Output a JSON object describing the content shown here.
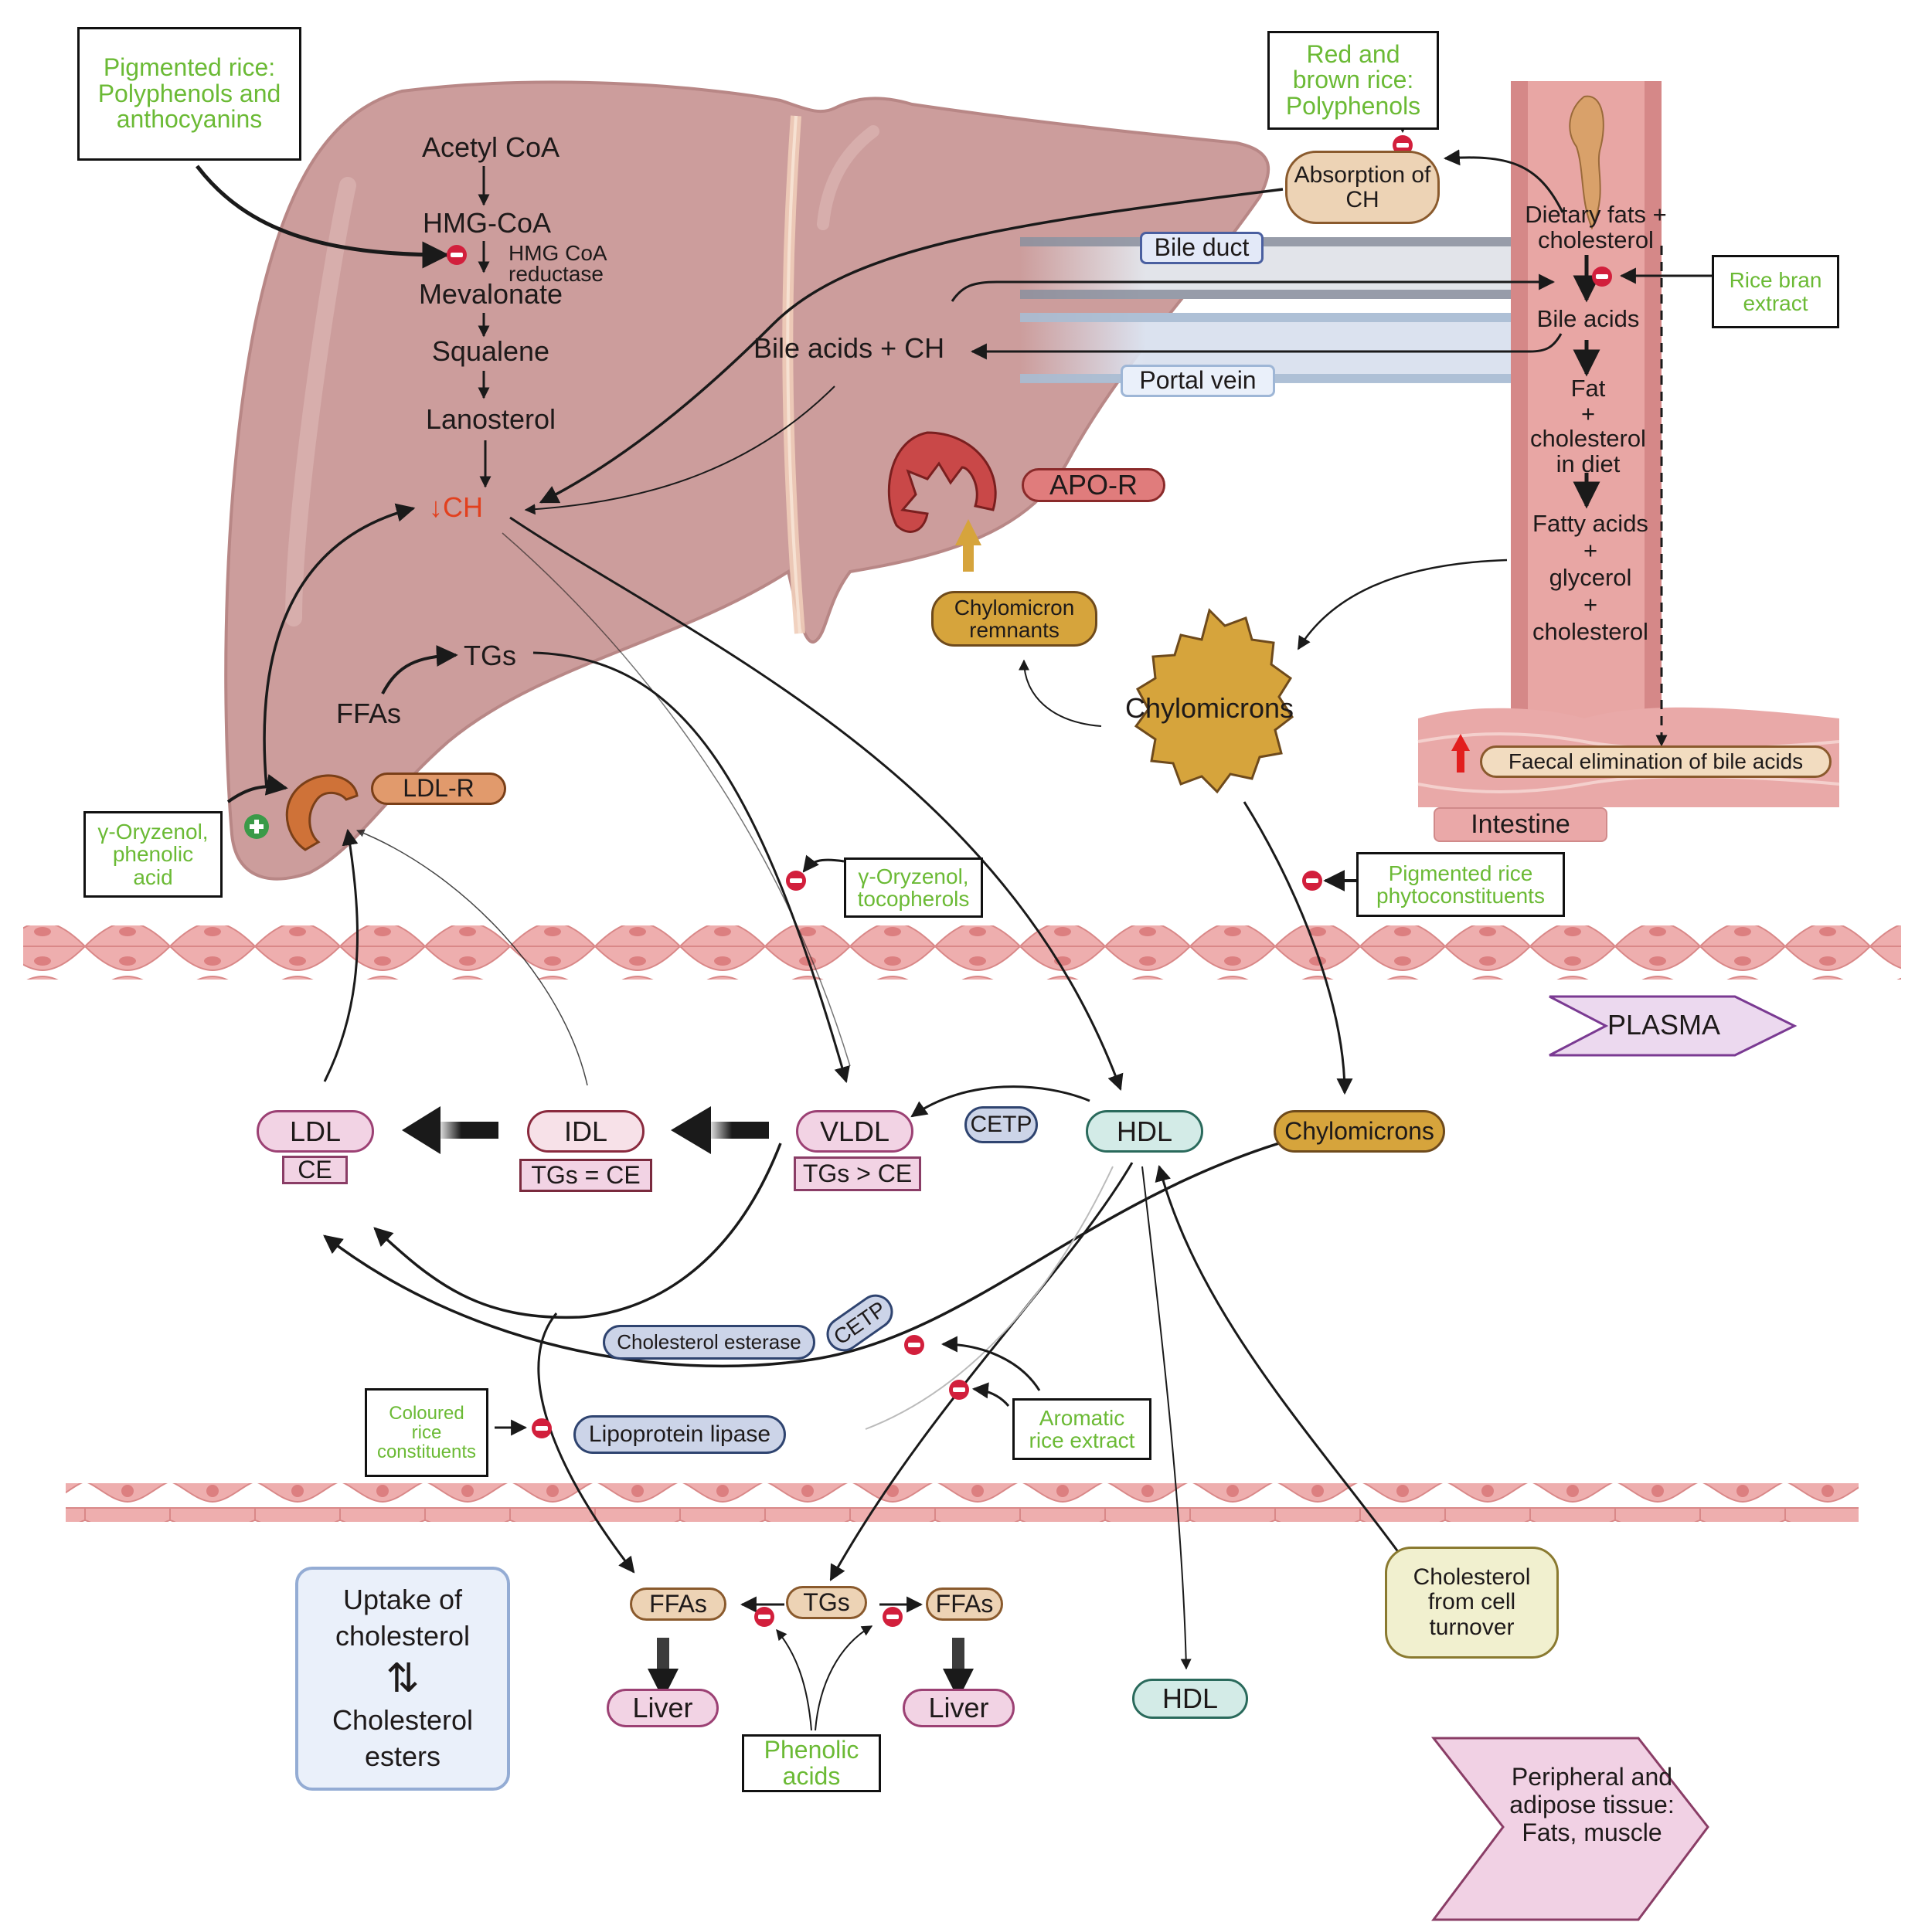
{
  "liver": {
    "pathway": [
      "Acetyl CoA",
      "HMG-CoA",
      "Mevalonate",
      "Squalene",
      "Lanosterol"
    ],
    "enzyme": "HMG CoA\nreductase",
    "ch_label": "CH",
    "ch_arrow": "↓",
    "bile_acids_ch": "Bile acids + CH",
    "tgs": "TGs",
    "ffas": "FFAs",
    "ldl_r": "LDL-R",
    "apo_r": "APO-R"
  },
  "interventions": {
    "pigmented_rice": [
      "Pigmented rice:",
      "Polyphenols and",
      "anthocyanins"
    ],
    "red_brown_rice": [
      "Red and",
      "brown rice:",
      "Polyphenols"
    ],
    "rice_bran": [
      "Rice bran",
      "extract"
    ],
    "oryzenol_phenolic": [
      "γ-Oryzenol,",
      "phenolic",
      "acid"
    ],
    "oryzenol_tocopherols": [
      "γ-Oryzenol,",
      "tocopherols"
    ],
    "pigmented_phyto": [
      "Pigmented rice",
      "phytoconstituents"
    ],
    "coloured_rice": [
      "Coloured",
      "rice",
      "constituents"
    ],
    "aromatic_rice": [
      "Aromatic",
      "rice extract"
    ],
    "phenolic_acids": [
      "Phenolic",
      "acids"
    ]
  },
  "intestine": {
    "absorption": [
      "Absorption of",
      "CH"
    ],
    "bile_duct": "Bile duct",
    "portal_vein": "Portal vein",
    "dietary": [
      "Dietary fats +",
      "cholesterol"
    ],
    "bile_acids": "Bile acids",
    "fat_diet": [
      "Fat",
      "+",
      "cholesterol",
      "in diet"
    ],
    "fatty_acids": [
      "Fatty acids",
      "+",
      "glycerol",
      "+",
      "cholesterol"
    ],
    "faecal": "Faecal elimination of bile acids",
    "label": "Intestine"
  },
  "chylo": {
    "remnants": [
      "Chylomicron",
      "remnants"
    ],
    "star": "Chylomicrons",
    "pill": "Chylomicrons"
  },
  "plasma": {
    "label": "PLASMA",
    "ldl": "LDL",
    "ldl_sub": "CE",
    "idl": "IDL",
    "idl_sub": "TGs = CE",
    "vldl": "VLDL",
    "vldl_sub": "TGs > CE",
    "cetp": "CETP",
    "hdl": "HDL",
    "chol_esterase": "Cholesterol esterase",
    "cetp2": "CETP",
    "lpl": "Lipoprotein lipase"
  },
  "peripheral": {
    "uptake": [
      "Uptake of",
      "cholesterol",
      "⇅",
      "Cholesterol",
      "esters"
    ],
    "ffas_left": "FFAs",
    "tgs": "TGs",
    "ffas_right": "FFAs",
    "liver_left": "Liver",
    "liver_right": "Liver",
    "hdl": "HDL",
    "cell_turnover": [
      "Cholesterol",
      "from cell",
      "turnover"
    ],
    "tissue": [
      "Peripheral and",
      "adipose tissue:",
      "Fats, muscle"
    ]
  },
  "colors": {
    "liver": "#cc9d9c",
    "intestine": "#e8a6a4",
    "green_text": "#6bba35",
    "inhibitor": "#d21f3c",
    "membrane": "#eeaeae"
  }
}
